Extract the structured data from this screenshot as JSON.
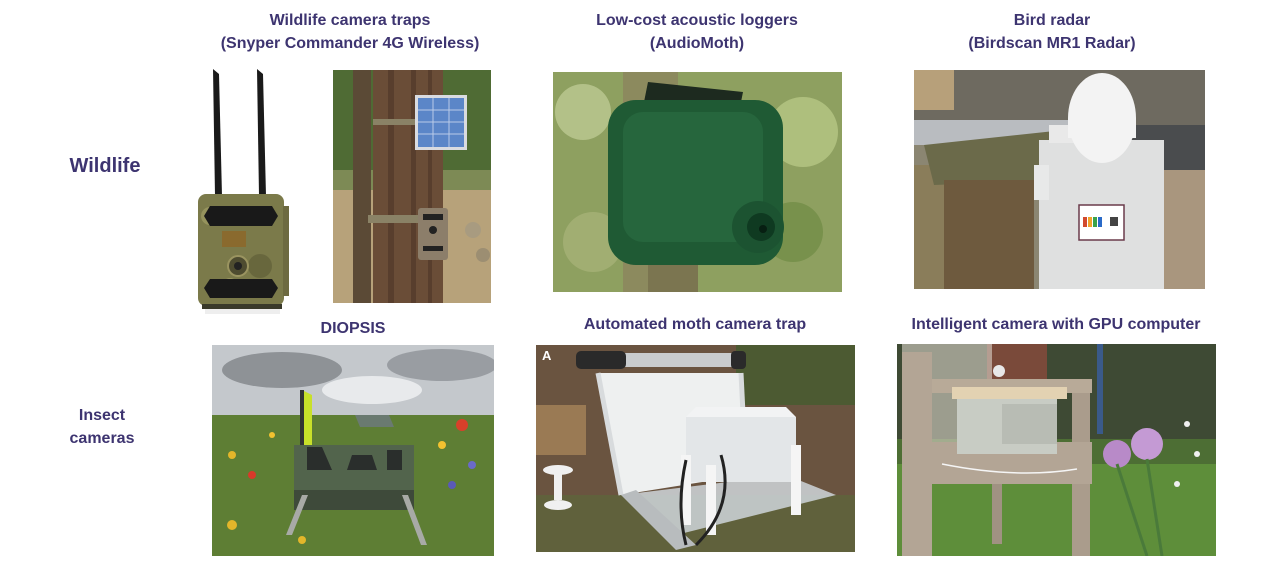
{
  "rows": [
    {
      "label": "Wildlife"
    },
    {
      "label_lines": [
        "Insect",
        "cameras"
      ]
    }
  ],
  "panels": [
    {
      "title_lines": [
        "Wildlife camera traps",
        "(Snyper Commander 4G Wireless)"
      ],
      "images": [
        {
          "subject": "camouflage 4G camera trap with two antennas"
        },
        {
          "subject": "camera trap strapped to tree with solar panel"
        }
      ]
    },
    {
      "title_lines": [
        "Low-cost acoustic loggers",
        "(AudioMoth)"
      ],
      "images": [
        {
          "subject": "green AudioMoth enclosure on tree branch"
        }
      ]
    },
    {
      "title_lines": [
        "Bird radar",
        "(Birdscan MR1 Radar)"
      ],
      "images": [
        {
          "subject": "white radar cabinet with dome near water"
        }
      ]
    },
    {
      "title_lines": [
        "DIOPSIS"
      ],
      "images": [
        {
          "subject": "DIOPSIS insect camera in wildflower meadow"
        }
      ]
    },
    {
      "title_lines": [
        "Automated moth camera trap"
      ],
      "images": [
        {
          "subject": "moth trap with light tube and white screen",
          "corner_label": "A"
        }
      ]
    },
    {
      "title_lines": [
        "Intelligent camera with GPU computer"
      ],
      "images": [
        {
          "subject": "camera box on wooden garden bench with flowers"
        }
      ]
    }
  ],
  "colors": {
    "text": "#3d3470",
    "background": "#ffffff"
  }
}
